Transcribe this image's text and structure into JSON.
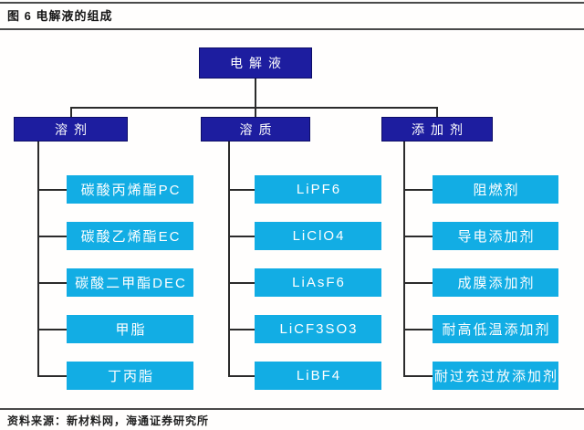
{
  "header": {
    "title": "图 6 电解液的组成"
  },
  "tree": {
    "root": "电解液",
    "branches": [
      {
        "label": "溶剂",
        "items": [
          "碳酸丙烯酯PC",
          "碳酸乙烯酯EC",
          "碳酸二甲酯DEC",
          "甲脂",
          "丁丙脂"
        ]
      },
      {
        "label": "溶质",
        "items": [
          "LiPF6",
          "LiClO4",
          "LiAsF6",
          "LiCF3SO3",
          "LiBF4"
        ]
      },
      {
        "label": "添加剂",
        "items": [
          "阻燃剂",
          "导电添加剂",
          "成膜添加剂",
          "耐高低温添加剂",
          "耐过充过放添加剂"
        ]
      }
    ]
  },
  "footer": {
    "source": "资料来源：新材料网，海通证券研究所"
  },
  "colors": {
    "node_navy": "#1d1d9f",
    "node_cyan": "#12ade4",
    "line": "#2b2b2b",
    "rule": "#4a4a4a",
    "title": "#151515"
  }
}
